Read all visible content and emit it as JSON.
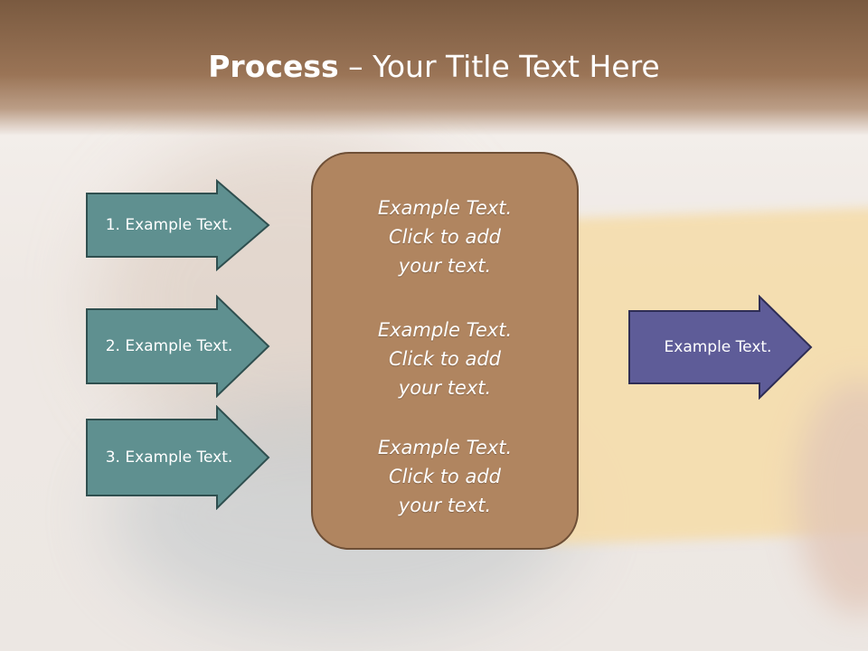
{
  "slide": {
    "title_bold": "Process",
    "title_rest": " – Your Title Text Here"
  },
  "inputs": [
    {
      "label": "1. Example Text."
    },
    {
      "label": "2. Example Text."
    },
    {
      "label": "3. Example Text."
    }
  ],
  "center_box": {
    "items": [
      {
        "line1": "Example Text.",
        "line2": "Click  to add",
        "line3": "your text."
      },
      {
        "line1": "Example Text.",
        "line2": "Click  to add",
        "line3": "your text."
      },
      {
        "line1": "Example Text.",
        "line2": "Click  to add",
        "line3": "your text."
      }
    ]
  },
  "output": {
    "label": "Example Text."
  },
  "colors": {
    "input_arrow_fill": "#5f9090",
    "input_arrow_stroke": "#2f4f4f",
    "output_arrow_fill": "#5e5c98",
    "output_arrow_stroke": "#2e2d55",
    "center_fill": "#b08560",
    "title_bar": "#8a6548"
  }
}
